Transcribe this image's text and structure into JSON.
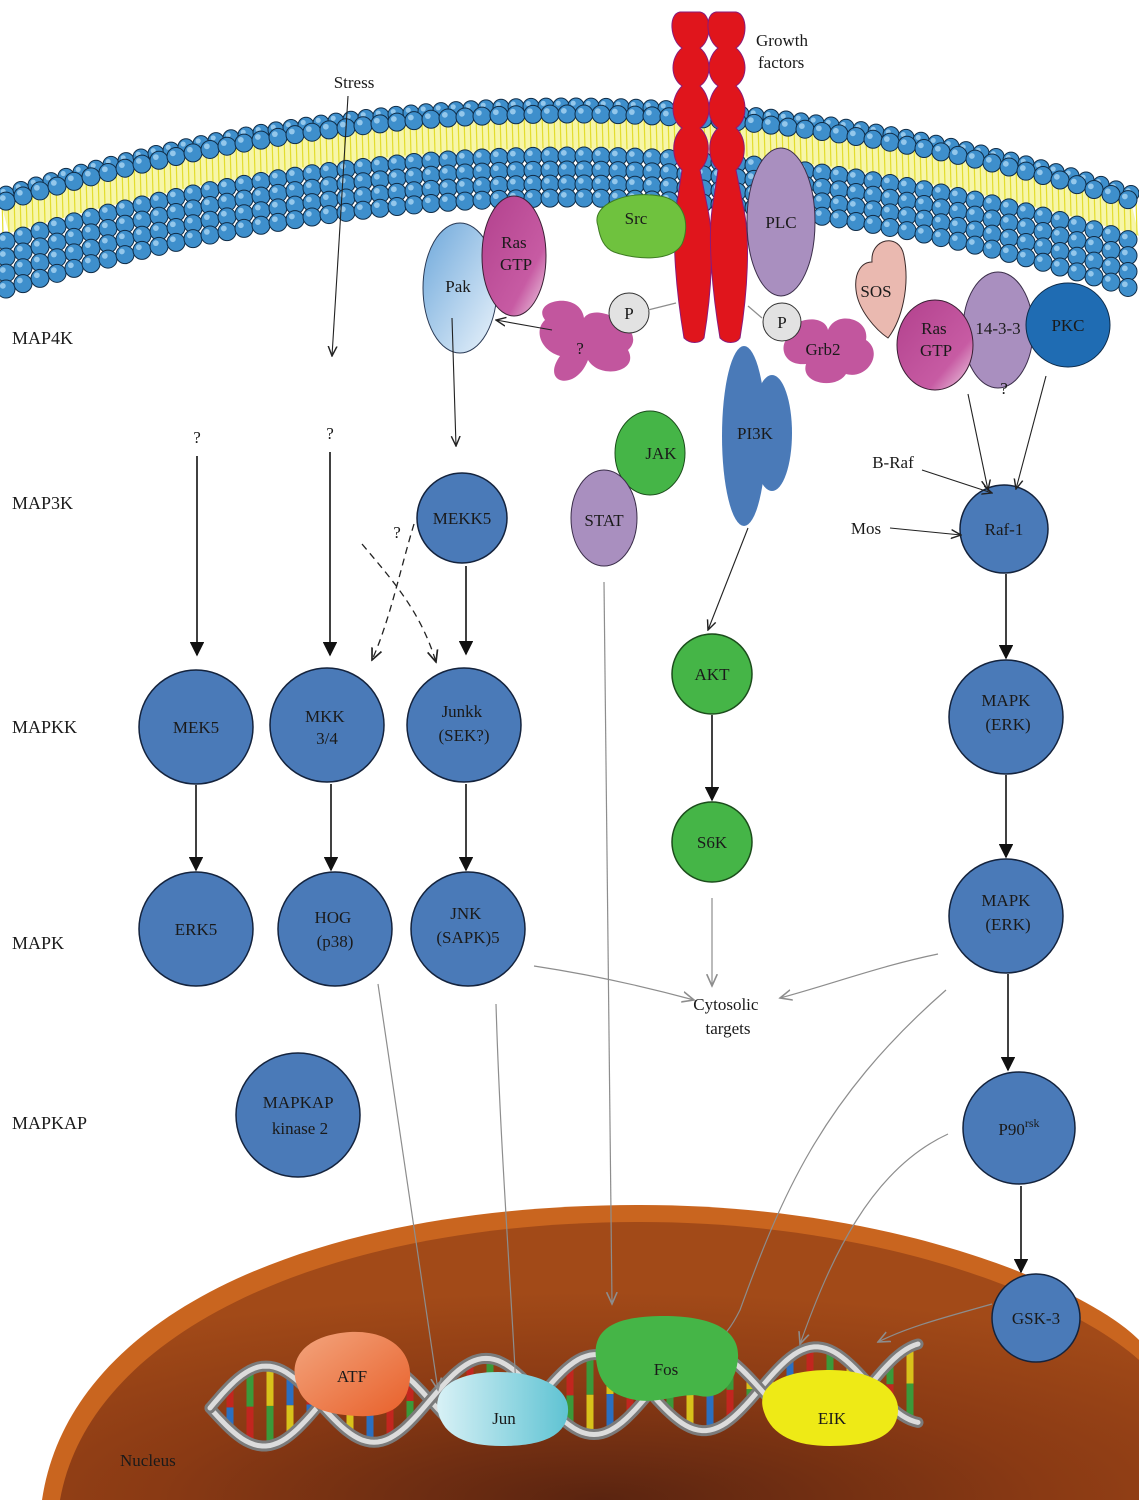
{
  "labels": {
    "growth_factors": [
      "Growth",
      "factors"
    ],
    "stress": "Stress",
    "nucleus": "Nucleus",
    "cytosolic_targets": [
      "Cytosolic",
      "targets"
    ],
    "b_raf": "B-Raf",
    "mos": "Mos",
    "question_mark": "?"
  },
  "tiers": {
    "map4k": "MAP4K",
    "map3k": "MAP3K",
    "mapkk": "MAPKK",
    "mapk": "MAPK",
    "mapkap": "MAPKAP"
  },
  "membrane_proteins": {
    "src": "Src",
    "plc": "PLC",
    "pak": "Pak",
    "ras_gtp_left": [
      "Ras",
      "GTP"
    ],
    "ras_gtp_right": [
      "Ras",
      "GTP"
    ],
    "p_left": "P",
    "p_right": "P",
    "grb2": "Grb2",
    "sos": "SOS",
    "protein_1433": "14-3-3",
    "pkc": "PKC",
    "pi3k": "PI3K",
    "jak": "JAK",
    "stat": "STAT"
  },
  "kinases": {
    "mekk5": "MEKK5",
    "raf1": "Raf-1",
    "mek5": "MEK5",
    "mkk34": [
      "MKK",
      "3/4"
    ],
    "junkk": [
      "Junkk",
      "(SEK?)"
    ],
    "akt": "AKT",
    "mapk_erk_1": [
      "MAPK",
      "(ERK)"
    ],
    "s6k": "S6K",
    "erk5": "ERK5",
    "hog": [
      "HOG",
      "(p38)"
    ],
    "jnk": [
      "JNK",
      "(SAPK)5"
    ],
    "mapk_erk_2": [
      "MAPK",
      "(ERK)"
    ],
    "mapkap_kinase2": [
      "MAPKAP",
      "kinase 2"
    ],
    "p90rsk": {
      "base": "P90",
      "sup": "rsk"
    },
    "gsk3": "GSK-3"
  },
  "transcription_factors": {
    "atf": "ATF",
    "jun": "Jun",
    "fos": "Fos",
    "eik": "EIK"
  },
  "colors": {
    "kinase_blue": "#4a7ab8",
    "green": "#45b547",
    "magenta": "#c2569e",
    "lilac": "#a98fbf",
    "receptor_red": "#e0151c",
    "nucleus_orange": "#b0470f",
    "membrane_head": "#3e8fcc",
    "membrane_tail": "#f2f04a"
  }
}
